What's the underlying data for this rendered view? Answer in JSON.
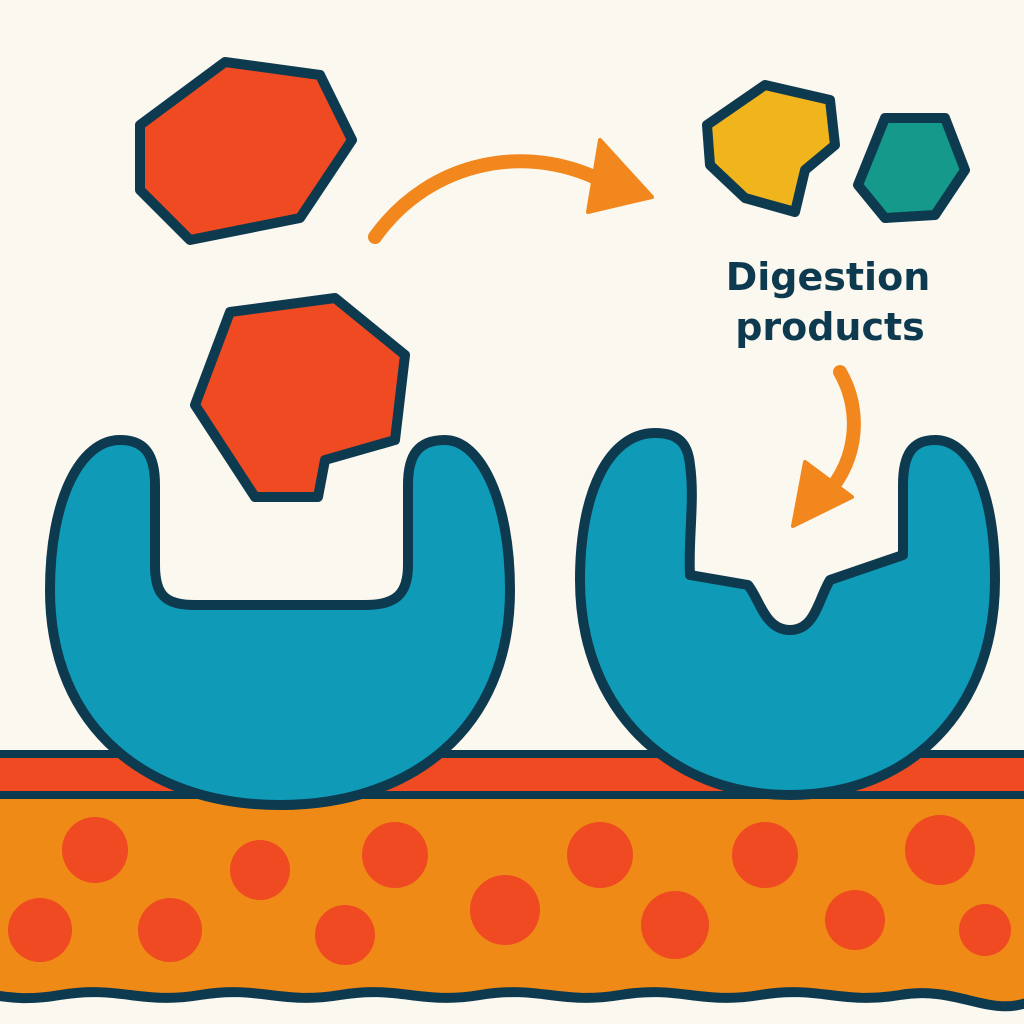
{
  "label": {
    "line1": "Digestion",
    "line2": "products"
  },
  "colors": {
    "background": "#fbf8f0",
    "outline": "#0e3a4f",
    "substrate": "#ef4a22",
    "enzyme": "#0f9bb7",
    "arrow": "#f1871d",
    "product_yellow": "#f0b41c",
    "product_teal": "#14998a",
    "membrane_top": "#ef4a22",
    "membrane_body": "#f08a16",
    "membrane_dots": "#ef4a22"
  },
  "icons": [
    "substrate-molecule",
    "enzyme",
    "reaction-arrow",
    "product-molecule"
  ]
}
